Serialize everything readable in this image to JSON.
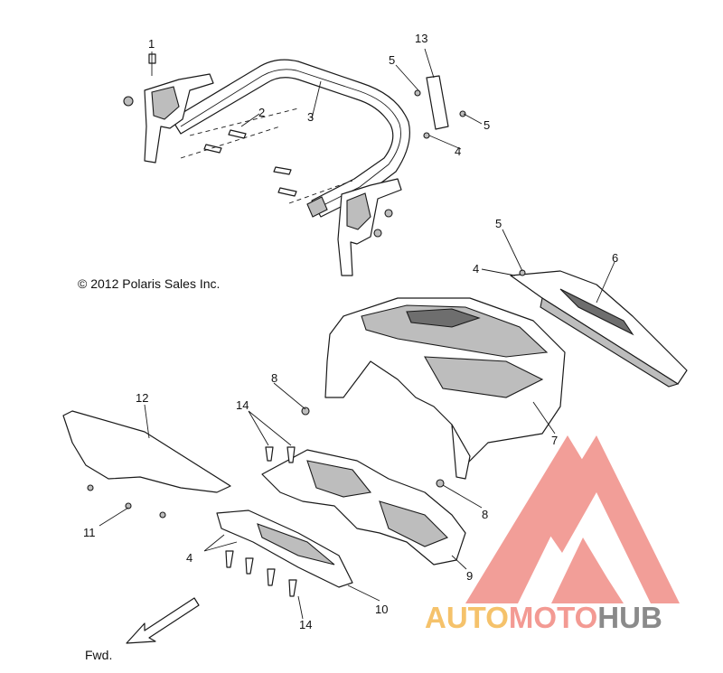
{
  "copyright": "© 2012 Polaris Sales Inc.",
  "direction": "Fwd.",
  "callouts": [
    "1",
    "2",
    "3",
    "4",
    "5",
    "5",
    "4",
    "13",
    "5",
    "4",
    "6",
    "7",
    "8",
    "8",
    "14",
    "12",
    "11",
    "4",
    "10",
    "14",
    "9"
  ],
  "watermark": {
    "part1": "AUTO",
    "part2": "MOTO",
    "part3": "HUB",
    "color1": "#f5c26b",
    "color2": "#f39a93",
    "color3": "#8a8a8a",
    "logo_color": "#f08d86"
  }
}
